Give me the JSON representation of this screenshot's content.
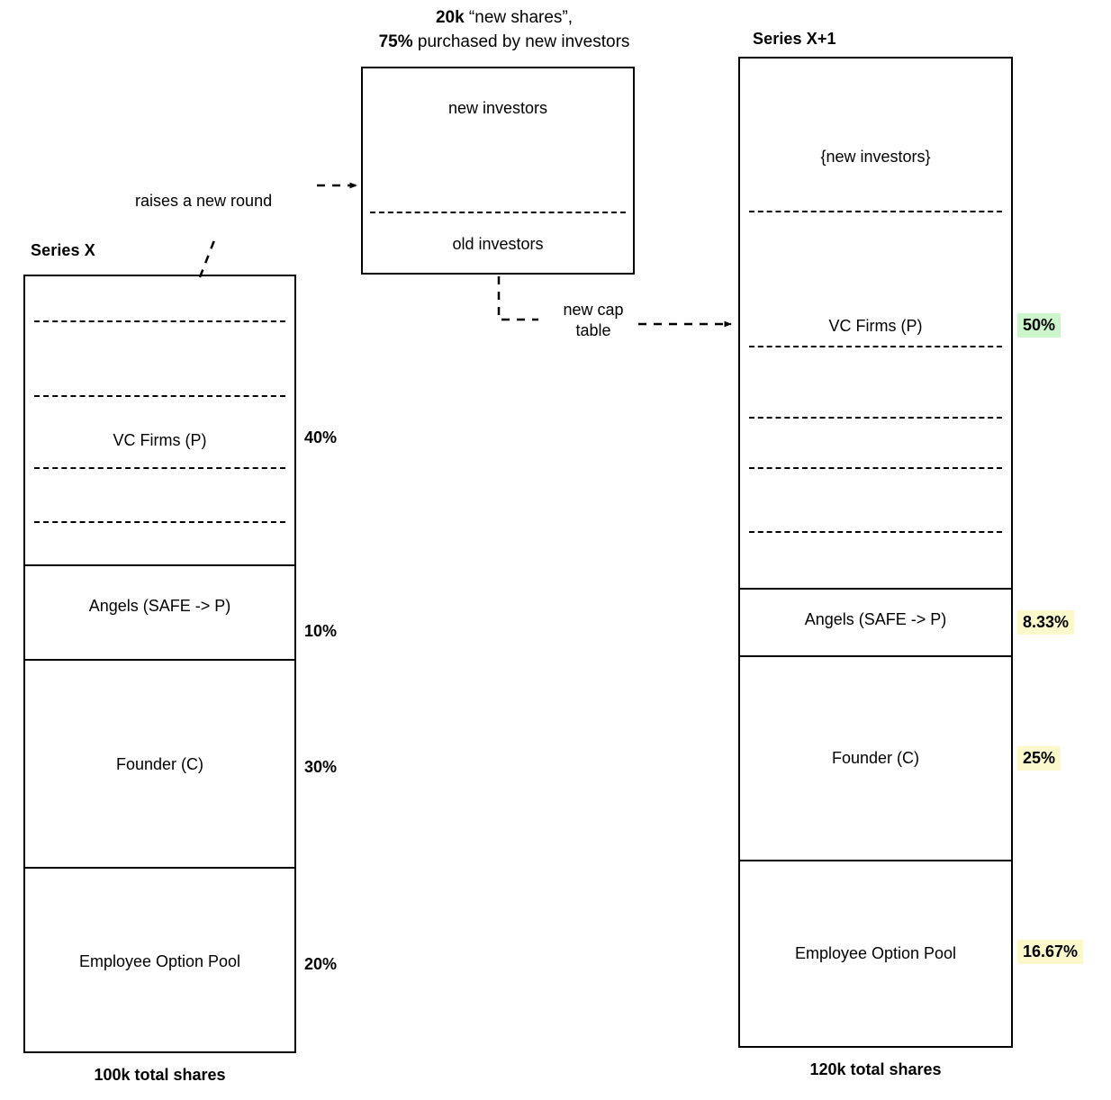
{
  "diagram": {
    "header": {
      "line1_bold": "20k",
      "line1_rest": " “new shares”,",
      "line2_bold": "75%",
      "line2_rest": " purchased by new investors"
    },
    "connectors": [
      {
        "name": "raises-a-new-round",
        "label": "raises a new round"
      },
      {
        "name": "new-cap-table",
        "label_line1": "new cap",
        "label_line2": "table"
      }
    ],
    "new_shares_box": {
      "top_label": "new investors",
      "bottom_label": "old investors"
    },
    "left_column": {
      "title": "Series X",
      "footer": "100k total shares",
      "segments": [
        {
          "name": "vc-firms",
          "label": "VC Firms (P)",
          "percent": "40%",
          "highlight": "none",
          "dividers": 4
        },
        {
          "name": "angels",
          "label": "Angels (SAFE -> P)",
          "percent": "10%",
          "highlight": "none",
          "dividers": 0
        },
        {
          "name": "founder",
          "label": "Founder (C)",
          "percent": "30%",
          "highlight": "none",
          "dividers": 0
        },
        {
          "name": "employee-option-pool",
          "label": "Employee Option Pool",
          "percent": "20%",
          "highlight": "none",
          "dividers": 0
        }
      ]
    },
    "right_column": {
      "title": "Series X+1",
      "footer": "120k total shares",
      "segments": [
        {
          "name": "new-investors",
          "label": "{new investors}",
          "percent": "",
          "highlight": "none",
          "dividers": 0
        },
        {
          "name": "vc-firms",
          "label": "VC Firms (P)",
          "percent": "50%",
          "highlight": "green",
          "dividers": 5
        },
        {
          "name": "angels",
          "label": "Angels (SAFE -> P)",
          "percent": "8.33%",
          "highlight": "yellow",
          "dividers": 0
        },
        {
          "name": "founder",
          "label": "Founder (C)",
          "percent": "25%",
          "highlight": "yellow",
          "dividers": 0
        },
        {
          "name": "employee-option-pool",
          "label": "Employee Option Pool",
          "percent": "16.67%",
          "highlight": "yellow",
          "dividers": 0
        }
      ]
    },
    "colors": {
      "highlight_green": "#ccf5cc",
      "highlight_yellow": "#fbf8cc",
      "stroke": "#000000"
    }
  }
}
